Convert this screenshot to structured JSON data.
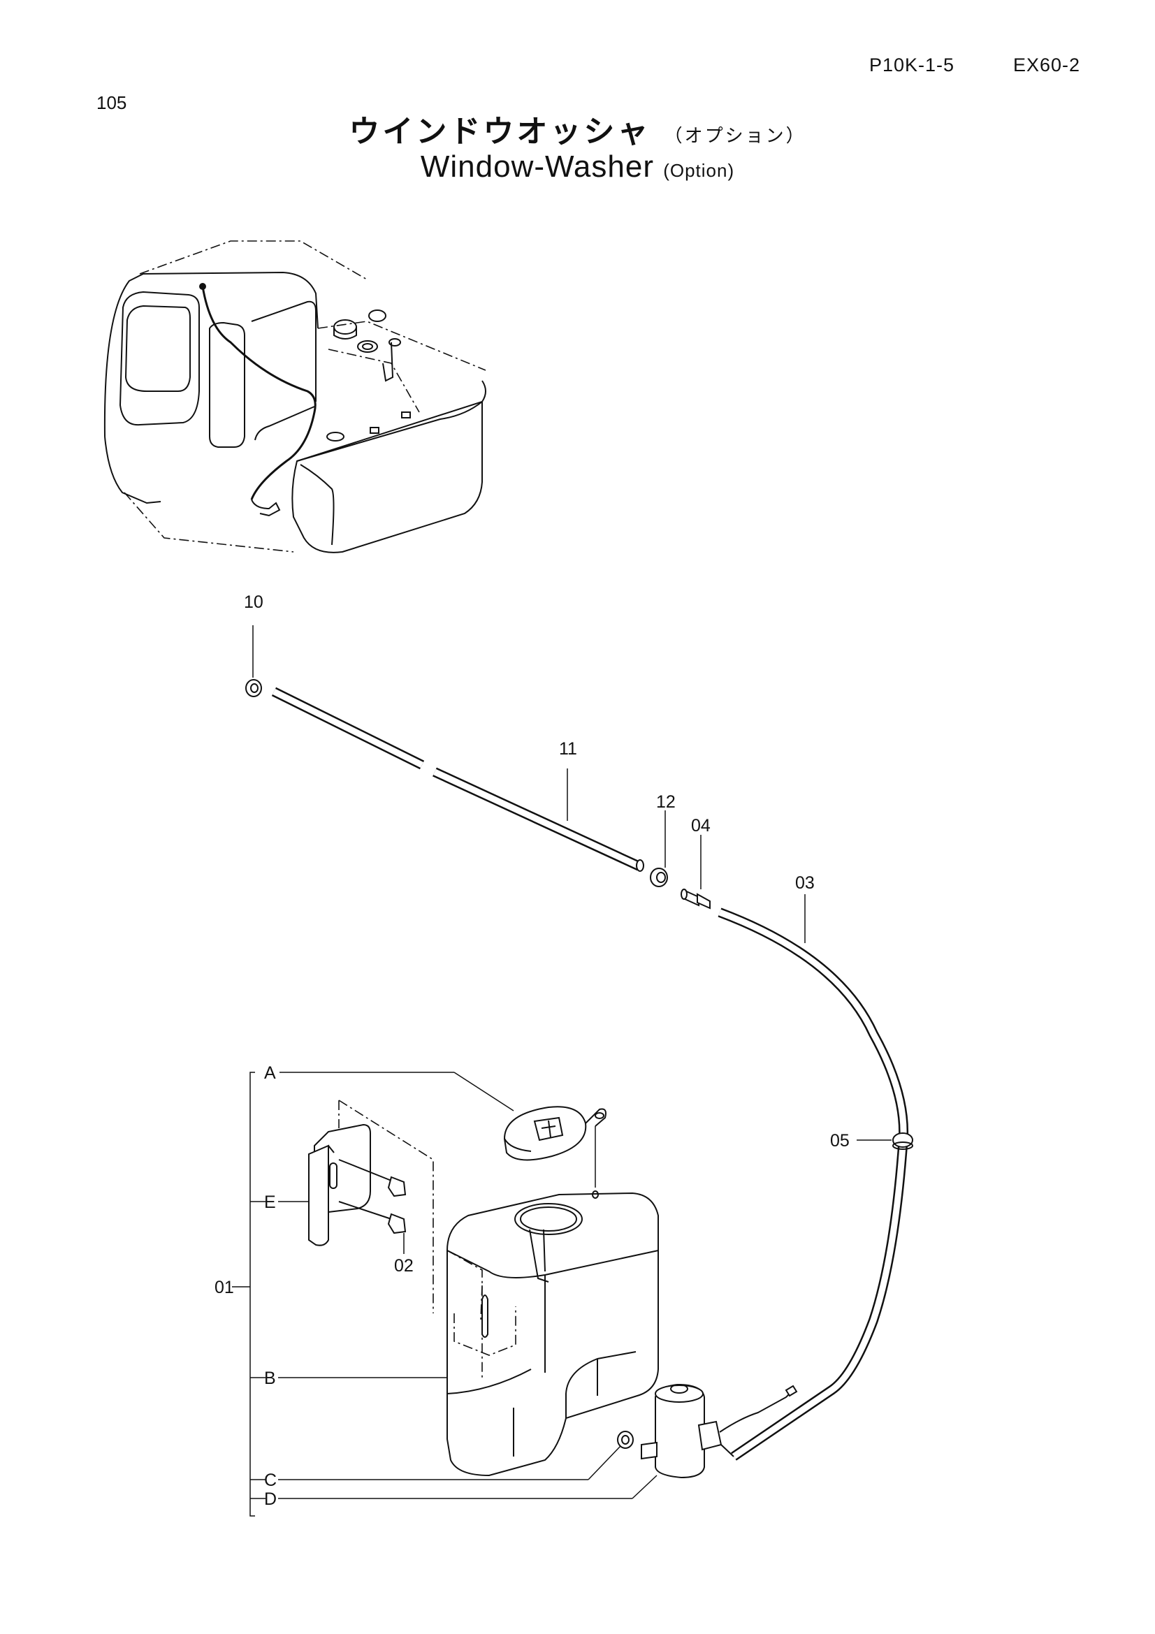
{
  "header": {
    "page_number": "105",
    "part_code": "P10K-1-5",
    "model": "EX60-2",
    "title_ja": "ウインドウオッシャ",
    "title_ja_option": "（オプション）",
    "title_en": "Window-Washer",
    "title_en_option": "(Option)"
  },
  "callouts": {
    "p10": "10",
    "p11": "11",
    "p12": "12",
    "p04": "04",
    "p03": "03",
    "p05": "05",
    "p02": "02",
    "p01": "01",
    "A": "A",
    "B": "B",
    "C": "C",
    "D": "D",
    "E": "E"
  }
}
